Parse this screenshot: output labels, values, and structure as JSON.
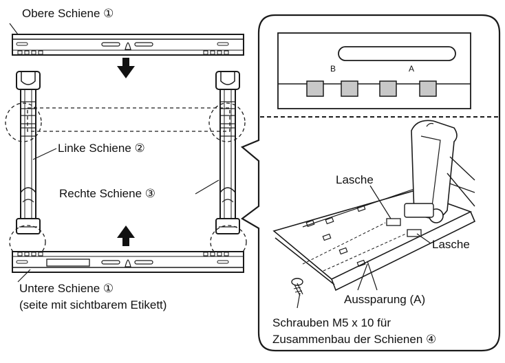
{
  "labels": {
    "top_rail": "Obere Schiene ①",
    "left_rail": "Linke Schiene ②",
    "right_rail": "Rechte Schiene ③",
    "bottom_rail": "Untere Schiene ①",
    "bottom_rail_note": "(seite mit sichtbarem Etikett)",
    "tab_upper": "Lasche",
    "tab_lower": "Lasche",
    "recess": "Aussparung (A)",
    "screws_line1": "Schrauben M5 x 10 für",
    "screws_line2": "Zusammenbau der Schienen ④",
    "slot_b": "B",
    "slot_a": "A"
  },
  "colors": {
    "line": "#1a1a1a",
    "slot_fill": "#c8c8c8",
    "background": "#ffffff"
  },
  "icons": {
    "arrow_down": "down-arrow-icon",
    "arrow_up": "up-arrow-icon",
    "screw": "screw-icon"
  }
}
